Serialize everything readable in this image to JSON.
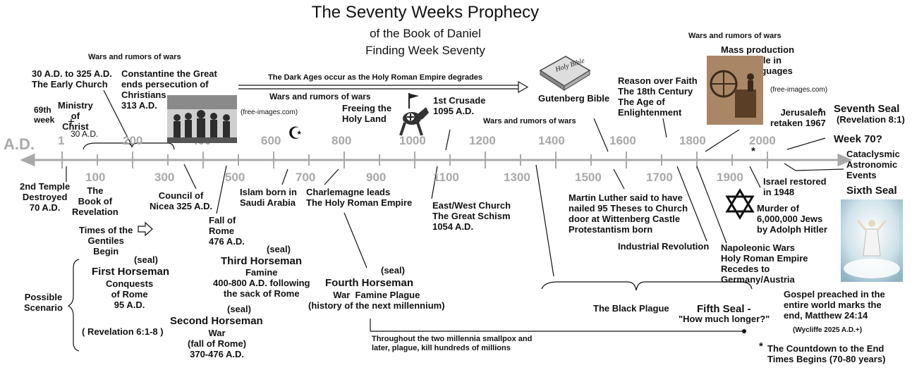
{
  "header": {
    "title": "The Seventy Weeks Prophecy",
    "subtitle_1": "of the Book of Daniel",
    "subtitle_2": "Finding Week Seventy"
  },
  "axis": {
    "era": "A.D.",
    "upper_ticks": [
      "1",
      "200",
      "400",
      "600",
      "800",
      "1000",
      "1200",
      "1400",
      "1600",
      "1800",
      "2000"
    ],
    "lower_ticks": [
      "100",
      "300",
      "500",
      "700",
      "900",
      "1100",
      "1300",
      "1500",
      "1700",
      "1900"
    ]
  },
  "above": {
    "wars_1": "Wars and rumors of wars",
    "early_church": "30 A.D. to 325 A.D.\nThe Early Church",
    "constantine": "Constantine the Great\nends persecution of\nChristians\n313 A.D.",
    "ministry": "Ministry\nof\nChrist",
    "week69": "69th\nweek",
    "ad30": "30 A.D.",
    "cross": "+",
    "dark_ages": "The Dark Ages occur as the Holy Roman Empire degrades",
    "wars_2": "Wars and rumors of wars",
    "free_images_1": "(free-images.com)",
    "freeing": "Freeing the\nHoly Land",
    "crusade": "1st Crusade\n1095 A.D.",
    "wars_3": "Wars and rumors of wars",
    "gutenberg": "Gutenberg Bible",
    "bible_label": "Holy Bible",
    "reason": "Reason over Faith\nThe 18th Century\nThe Age of\nEnlightenment",
    "wars_4": "Wars and rumors of wars",
    "mass_prod": "Mass production\nof the Bible in\nmany languages",
    "free_images_2": "(free-images.com)",
    "jerusalem": "Jerusalem\nretaken 1967",
    "star_1": "*",
    "seventh_seal": "Seventh  Seal",
    "revelation_8": "(Revelation 8:1)",
    "star_2": "*",
    "week70": "Week 70?",
    "cataclysmic": "Cataclysmic\nAstronomic\nEvents",
    "islam_symbol": "☪"
  },
  "below": {
    "second_temple": "2nd Temple\nDestroyed\n70 A.D.",
    "book_rev": "The\nBook of\nRevelation",
    "nicea": "Council of\nNicea 325 A.D.",
    "fall_rome": "Fall of\nRome\n476 A.D.",
    "islam": "Islam born in\nSaudi Arabia",
    "charlemagne": "Charlemagne leads\nThe Holy Roman Empire",
    "schism": "East/West Church\nThe Great Schism\n1054 A.D.",
    "luther": "Martin Luther said to have\nnailed 95 Theses to Church\ndoor at Wittenberg Castle\nProtestantism born",
    "industrial": "Industrial Revolution",
    "israel": "Israel restored\nin 1948",
    "sixth_seal": "Sixth Seal",
    "murder": "Murder of\n6,000,000 Jews\nby Adolph Hitler",
    "napoleonic": "Napoleonic Wars\nHoly Roman Empire\nRecedes to\nGermany/Austria",
    "gentiles": "Times of the\nGentiles\nBegin",
    "possible": "Possible\nScenario",
    "seal_1": "(seal)",
    "first_horseman": "First Horseman",
    "first_desc": "Conquests\nof Rome\n95 A.D.",
    "rev_6": "( Revelation 6:1-8 )",
    "seal_2": "(seal)",
    "second_horseman": "Second Horseman",
    "second_desc": "War\n(fall of Rome)\n370-476 A.D.",
    "seal_3": "(seal)",
    "third_horseman": "Third Horseman",
    "third_desc": "Famine\n400-800 A.D. following\nthe sack of Rome",
    "seal_4": "(seal)",
    "fourth_horseman": "Fourth Horseman",
    "fourth_desc": "War  Famine Plague\n(history of the next millennium)",
    "smallpox": "Throughout the two millennia smallpox and\nlater, plague, kill hundreds of millions",
    "black_plague": "The Black Plague",
    "fifth_seal": "Fifth Seal -",
    "how_much": "\"How much longer?\"",
    "gospel": "Gospel preached in the\nentire world marks the\nend, Matthew 24:14",
    "wycliffe": "(Wycliffe 2025 A.D.+)",
    "countdown_star": "*",
    "countdown": "The Countdown to the End\nTimes Begins (70-80 years)"
  },
  "colors": {
    "axis": "#a9a9a9",
    "ink": "#111111"
  }
}
